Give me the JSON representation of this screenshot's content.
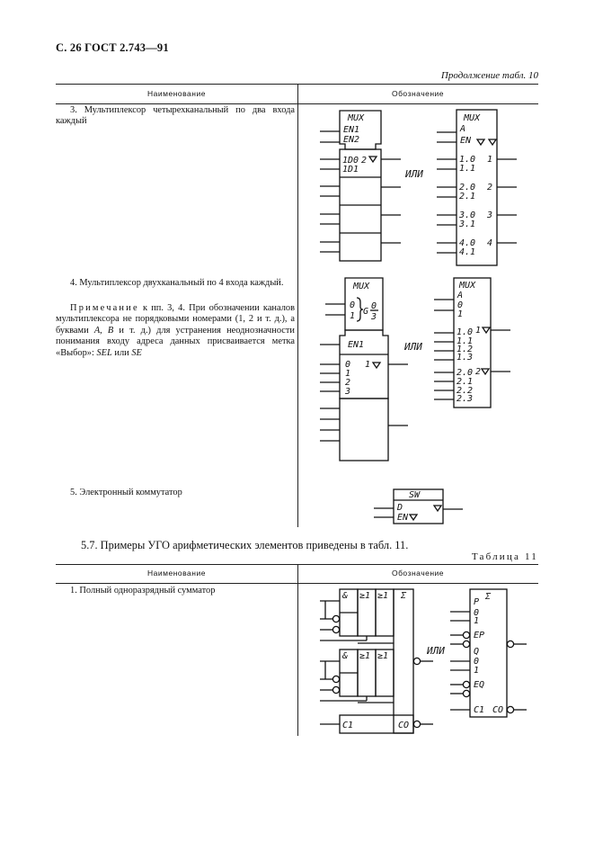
{
  "page": {
    "header": "С. 26 ГОСТ 2.743—91",
    "continuation": "Продолжение табл. 10"
  },
  "table10": {
    "col_name": "Наименование",
    "col_symbol": "Обозначение",
    "rows": [
      {
        "text": "3. Мультиплексор четырехканальный по два входа каждый"
      },
      {
        "text": "4. Мультиплексор двухканальный по 4 входа каждый."
      },
      {
        "text": "5. Электронный коммутатор"
      }
    ],
    "note": {
      "label": "Примечание",
      "body": " к пп. 3, 4. При обозначении каналов мультиплексора не порядковыми номерами (1, 2 и т. д.), а буквами ",
      "letters": "A, B",
      "body2": " и т. д.) для устранения неоднозначности понимания входу адреса данных присваивается метка «Выбор»: ",
      "sel": "SEL",
      "or_word": " или ",
      "se": "SE"
    }
  },
  "symbols": {
    "or_label": "ИЛИ",
    "mux": "MUX",
    "en1": "EN1",
    "en2": "EN2",
    "en": "EN",
    "a": "A",
    "d0": "1D0",
    "d1": "1D1",
    "two": "2",
    "one": "1",
    "three": "3",
    "four": "4",
    "zero": "0",
    "i10": "1.0",
    "i11": "1.1",
    "i12": "1.2",
    "i13": "1.3",
    "i20": "2.0",
    "i21": "2.1",
    "i22": "2.2",
    "i23": "2.3",
    "i30": "3.0",
    "i31": "3.1",
    "i40": "4.0",
    "i41": "4.1",
    "g": "G",
    "g_frac_num": "0",
    "g_frac_den": "3",
    "sw": "SW",
    "d": "D",
    "amp": "&",
    "ge1": "≥1",
    "sigma": "Σ",
    "p": "P",
    "q": "Q",
    "ep": "EP",
    "eq": "EQ",
    "c1": "C1",
    "c0": "CO"
  },
  "section": {
    "text": "5.7. Примеры УГО арифметических элементов приведены в табл. 11."
  },
  "table11": {
    "label": "Таблица 11",
    "col_name": "Наименование",
    "col_symbol": "Обозначение",
    "rows": [
      {
        "text": "1. Полный одноразрядный сумматор"
      }
    ]
  }
}
